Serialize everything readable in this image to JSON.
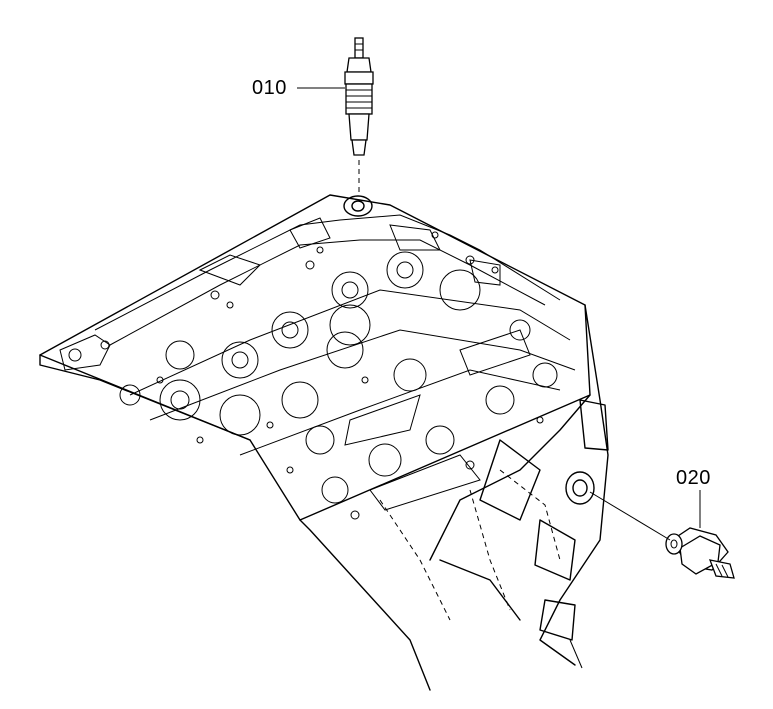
{
  "callouts": {
    "part_010": "010",
    "part_020": "020"
  },
  "parts": [
    {
      "number": "010",
      "icon": "glow-plug-icon"
    },
    {
      "number": "020",
      "icon": "pressure-switch-icon"
    }
  ],
  "colors": {
    "line": "#000000",
    "background": "#ffffff"
  }
}
